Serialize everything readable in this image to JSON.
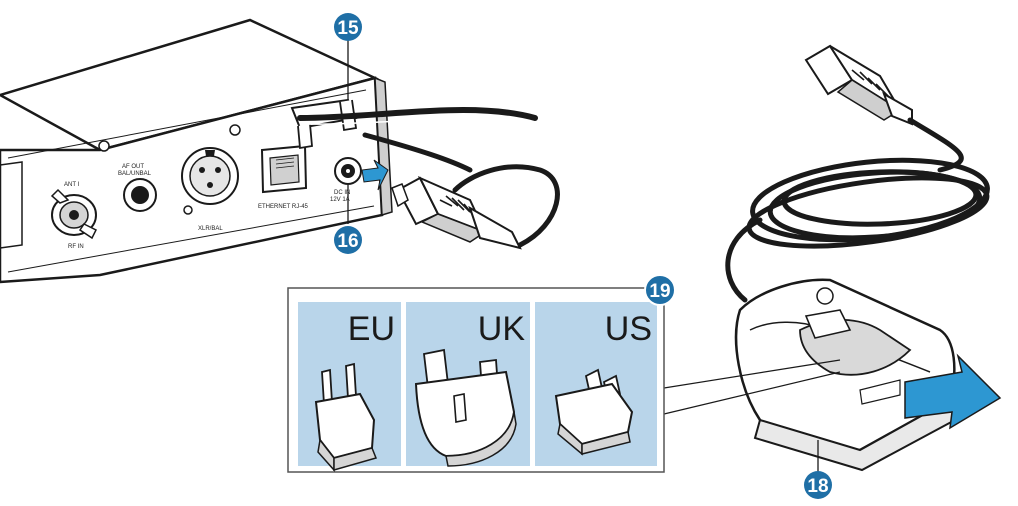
{
  "callouts": {
    "c15": "15",
    "c16": "16",
    "c18": "18",
    "c19": "19"
  },
  "panel_labels": {
    "ant": "ANT I",
    "rf_in": "RF IN",
    "af_out": "AF OUT",
    "bal_unbal": "BAL/UNBAL",
    "xlr": "XLR/BAL",
    "ethernet": "ETHERNET RJ-45",
    "dc_in": "DC IN",
    "dc_spec": "12V 1A"
  },
  "plugs": [
    {
      "region": "EU"
    },
    {
      "region": "UK"
    },
    {
      "region": "US"
    }
  ],
  "colors": {
    "callout_fill": "#1f6fa6",
    "arrow_fill": "#2d97d2",
    "plug_panel_bg": "#b9d5ea",
    "plug_box_border": "#555555",
    "line": "#1a1a1a"
  }
}
